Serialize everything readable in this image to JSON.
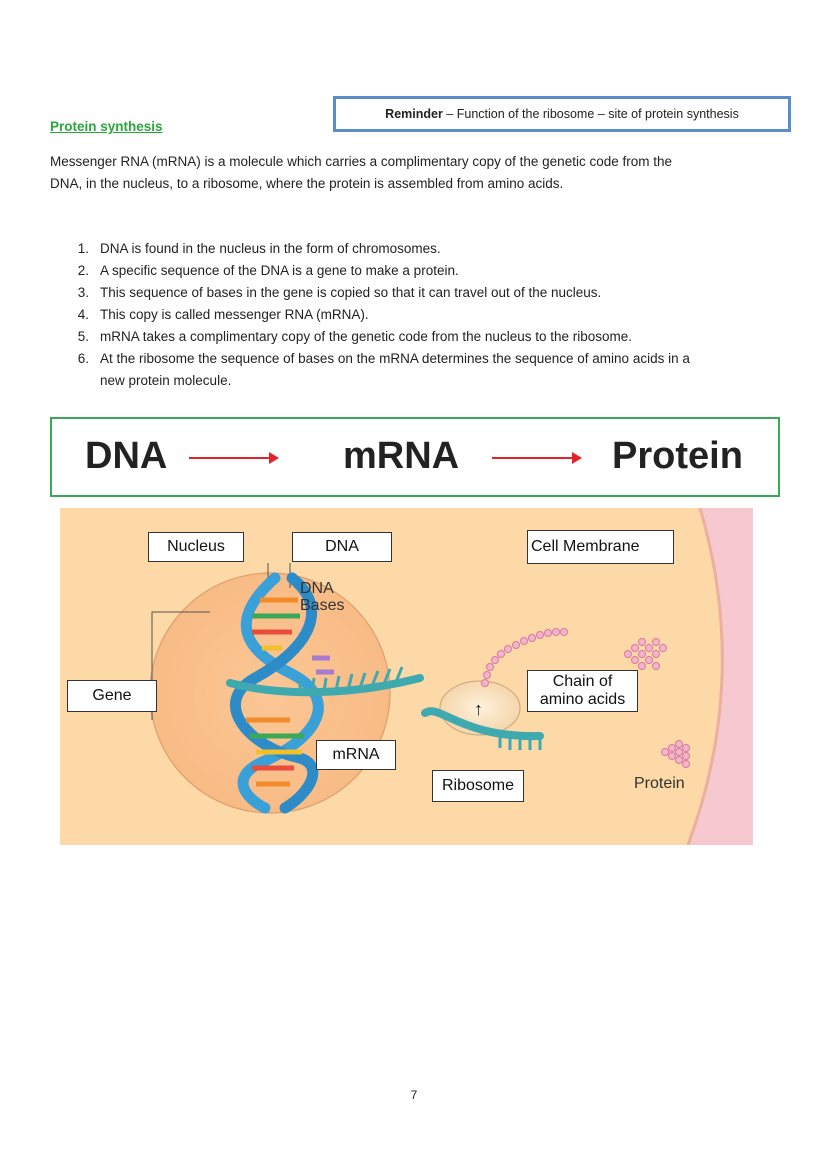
{
  "reminder": {
    "bold": "Reminder",
    "text": " – Function of the ribosome – site of protein synthesis"
  },
  "heading": "Protein synthesis",
  "intro_lines": [
    "Messenger RNA (mRNA) is a molecule which carries a complimentary copy of the genetic code from the",
    "DNA, in the nucleus, to a ribosome, where the protein is assembled from amino acids."
  ],
  "steps": [
    {
      "num": "1.",
      "lines": [
        "DNA is found in the nucleus in the form of chromosomes."
      ]
    },
    {
      "num": "2.",
      "lines": [
        "A specific sequence of the DNA is a gene to make a protein."
      ]
    },
    {
      "num": "3.",
      "lines": [
        "This sequence of bases in the gene is copied so that it can travel out of the nucleus."
      ]
    },
    {
      "num": "4.",
      "lines": [
        "This copy is called messenger RNA (mRNA)."
      ]
    },
    {
      "num": "5.",
      "lines": [
        "mRNA takes a complimentary copy of the genetic code from the nucleus to the ribosome."
      ]
    },
    {
      "num": "6.",
      "lines": [
        "At the ribosome the sequence of bases on the mRNA determines the sequence of amino acids in a",
        "new protein molecule."
      ]
    }
  ],
  "flow": {
    "dna": "DNA",
    "mrna": "mRNA",
    "protein": "Protein"
  },
  "diagram": {
    "labels": {
      "nucleus": "Nucleus",
      "dna": "DNA",
      "dna_bases_1": "DNA",
      "dna_bases_2": "Bases",
      "cell_membrane": "Cell Membrane",
      "gene": "Gene",
      "chain_1": "Chain of",
      "chain_2": "amino acids",
      "mrna": "mRNA",
      "ribosome": "Ribosome",
      "protein": "Protein",
      "arrow_up": "↑"
    },
    "colors": {
      "cytoplasm": "#fcd9a6",
      "nucleus": "#fbc795",
      "membrane": "#f6c8cf",
      "helix": "#3aa0d8",
      "mrna": "#3fa9b0",
      "amino": "#e89abd"
    }
  },
  "page_number": "7"
}
